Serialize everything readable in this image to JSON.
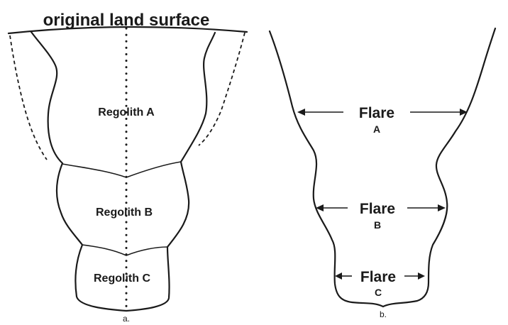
{
  "panel_a": {
    "title": "original land surface",
    "regions": [
      {
        "label": "Regolith A"
      },
      {
        "label": "Regolith B"
      },
      {
        "label": "Regolith C"
      }
    ],
    "caption": "a."
  },
  "panel_b": {
    "flares": [
      {
        "word": "Flare",
        "letter": "A"
      },
      {
        "word": "Flare",
        "letter": "B"
      },
      {
        "word": "Flare",
        "letter": "C"
      }
    ],
    "caption": "b."
  }
}
